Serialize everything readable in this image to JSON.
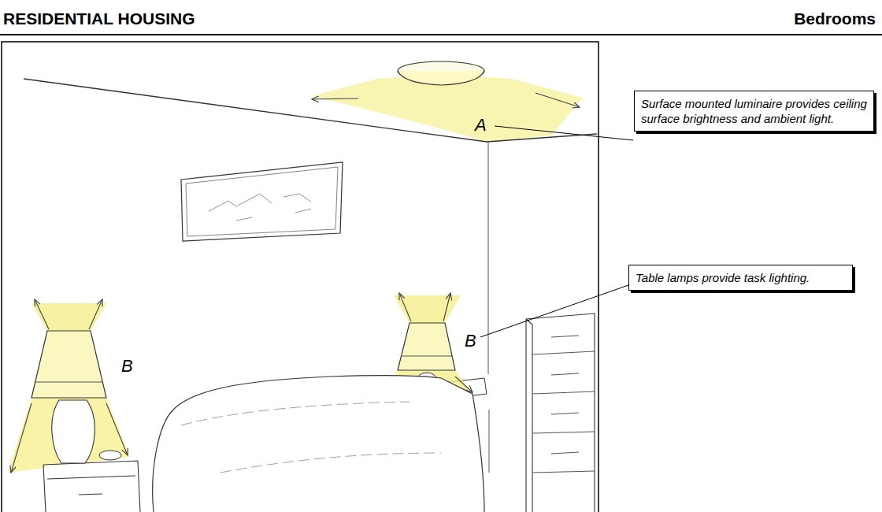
{
  "diagram": {
    "title": "RESIDENTIAL HOUSING",
    "nodes": [
      {
        "text": [
          "Surface mounted luminaire provides ceiling surface brightness and ambient light."
        ]
      },
      {
        "text": [
          "Table lamps provide task lighting."
        ]
      }
    ],
    "labels": [
      "Bedrooms",
      "A",
      "B",
      "B"
    ]
  }
}
